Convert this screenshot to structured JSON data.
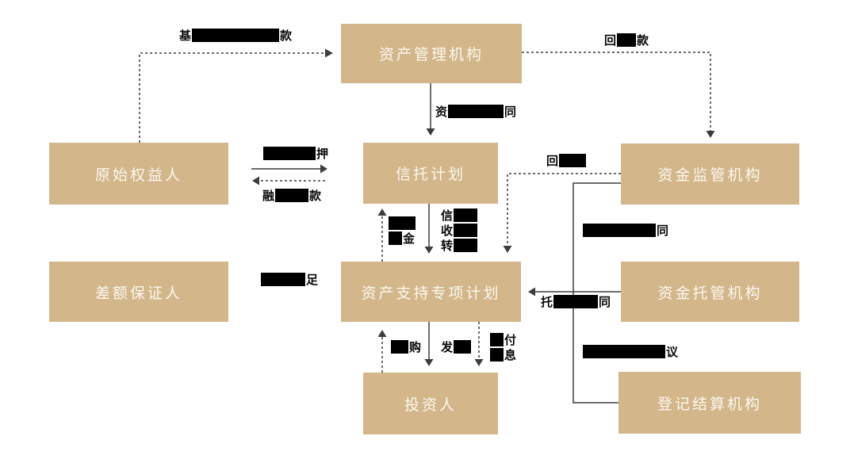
{
  "colors": {
    "box_fill": "#d3b689",
    "box_text": "#fbf8f1",
    "line": "#3d3d3d",
    "redaction": "#000000",
    "bg": "#ffffff"
  },
  "boxes": {
    "asset_manager": "资产管理机构",
    "originator": "原始权益人",
    "trust_plan": "信托计划",
    "fund_supervisor": "资金监管机构",
    "guarantor": "差额保证人",
    "abs_plan": "资产支持专项计划",
    "fund_custodian": "资金托管机构",
    "investor": "投资人",
    "registrar": "登记结算机构"
  },
  "edge_labels": {
    "fund_payment": {
      "segments": [
        {
          "text": "基"
        },
        {
          "bar": 110
        },
        {
          "text": "款"
        }
      ]
    },
    "recovery_payment": {
      "segments": [
        {
          "text": "回"
        },
        {
          "bar": 24
        },
        {
          "text": "款"
        }
      ]
    },
    "management_contract": {
      "segments": [
        {
          "text": "资"
        },
        {
          "bar": 70
        },
        {
          "text": "同"
        }
      ]
    },
    "pledge": {
      "segments": [
        {
          "bar": 66
        },
        {
          "text": "押"
        }
      ]
    },
    "loan": {
      "segments": [
        {
          "text": "融"
        },
        {
          "bar": 42
        },
        {
          "text": "款"
        }
      ]
    },
    "recovery": {
      "segments": [
        {
          "text": "回"
        },
        {
          "bar": 34
        }
      ]
    },
    "raised_funds": {
      "segments": [
        {
          "bar": 34
        },
        {
          "br": true
        },
        {
          "bar": 17
        },
        {
          "text": "金"
        }
      ]
    },
    "trust_benefit_transfer": {
      "segments": [
        {
          "text": "信"
        },
        {
          "bar": 30
        },
        {
          "br": true
        },
        {
          "text": "收"
        },
        {
          "bar": 30
        },
        {
          "br": true
        },
        {
          "text": "转"
        },
        {
          "bar": 30
        }
      ]
    },
    "supervision_contract": {
      "segments": [
        {
          "bar": 92
        },
        {
          "text": "同"
        }
      ]
    },
    "custody_contract": {
      "segments": [
        {
          "text": "托"
        },
        {
          "bar": 56
        },
        {
          "text": "同"
        }
      ]
    },
    "settlement_agreement": {
      "segments": [
        {
          "bar": 104
        },
        {
          "text": "议"
        }
      ]
    },
    "shortfall_makeup": {
      "segments": [
        {
          "bar": 56
        },
        {
          "text": "足"
        }
      ]
    },
    "subscription": {
      "segments": [
        {
          "bar": 22
        },
        {
          "text": "购"
        }
      ]
    },
    "issuance": {
      "segments": [
        {
          "text": "发"
        },
        {
          "bar": 22
        }
      ]
    },
    "principal_interest": {
      "segments": [
        {
          "bar": 17
        },
        {
          "text": "付"
        },
        {
          "br": true
        },
        {
          "bar": 17
        },
        {
          "text": "息"
        }
      ]
    }
  }
}
